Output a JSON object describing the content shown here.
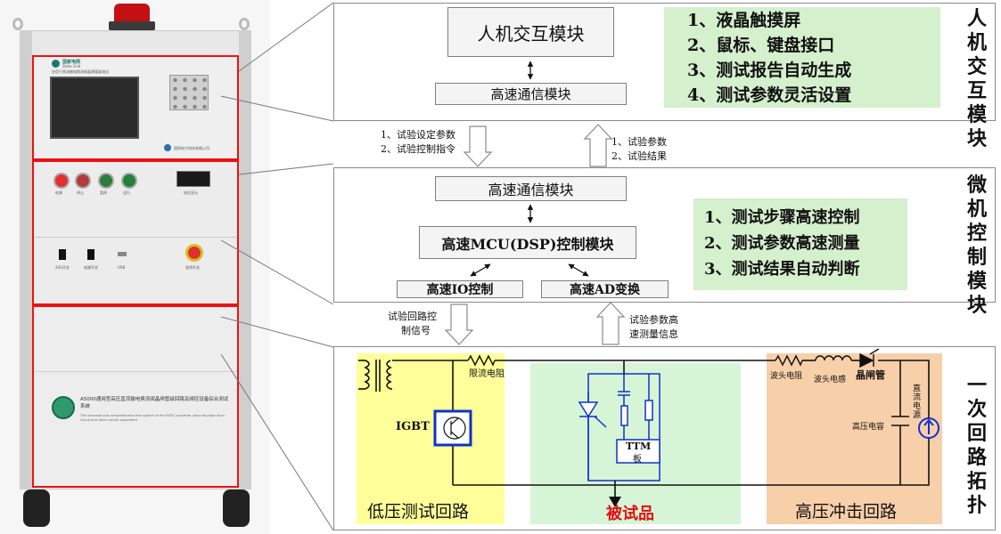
{
  "cabinet": {
    "brand": "国家电网",
    "brand_en": "State Grid",
    "panel_caption": "应用于直流输电换流阀晶闸管级测试",
    "company": "国网电力科技有限公司",
    "indicators": [
      "电源",
      "停止",
      "暂停",
      "运行"
    ],
    "display_label": "电压显示",
    "switches": [
      "24V开关",
      "电源开关",
      "USB"
    ],
    "estop_label": "急停开关",
    "product_cn": "A5000通用型高压直流输电换流阀晶闸管级回路及阀控设备综合测试系统",
    "product_en": "The universal and comprehensive test system of the HVDC converter valve thyristor level circuit and valve control equipment"
  },
  "hmi": {
    "side_title": "人机交互模块",
    "module": "人机交互模块",
    "comm": "高速通信模块",
    "features": [
      "1、液晶触摸屏",
      "2、鼠标、键盘接口",
      "3、测试报告自动生成",
      "4、测试参数灵活设置"
    ]
  },
  "flow1": {
    "down": [
      "1、试验设定参数",
      "2、试验控制指令"
    ],
    "up": [
      "1、试验参数",
      "2、试验结果"
    ]
  },
  "mcu": {
    "side_title": "微机控制模块",
    "comm": "高速通信模块",
    "main": "高速MCU(DSP)控制模块",
    "io": "高速IO控制",
    "ad": "高速AD变换",
    "features": [
      "1、测试步骤高速控制",
      "2、测试参数高速测量",
      "3、测试结果自动判断"
    ]
  },
  "flow2": {
    "down": [
      "试验回路控",
      "制信号"
    ],
    "up": [
      "试验参数高",
      "速测量信息"
    ]
  },
  "circuit": {
    "side_title": "一次回路拓扑",
    "low_voltage": "低压测试回路",
    "dut": "被试品",
    "high_voltage": "高压冲击回路",
    "igbt": "IGBT",
    "current_limit": "限流电阻",
    "ttm": "TTM",
    "ttm_sub": "板",
    "wave_r": "波头电阻",
    "wave_l": "波头电感",
    "thyristor": "晶闸管",
    "hv_cap": "高压电容",
    "dc_source": "直流电源"
  }
}
